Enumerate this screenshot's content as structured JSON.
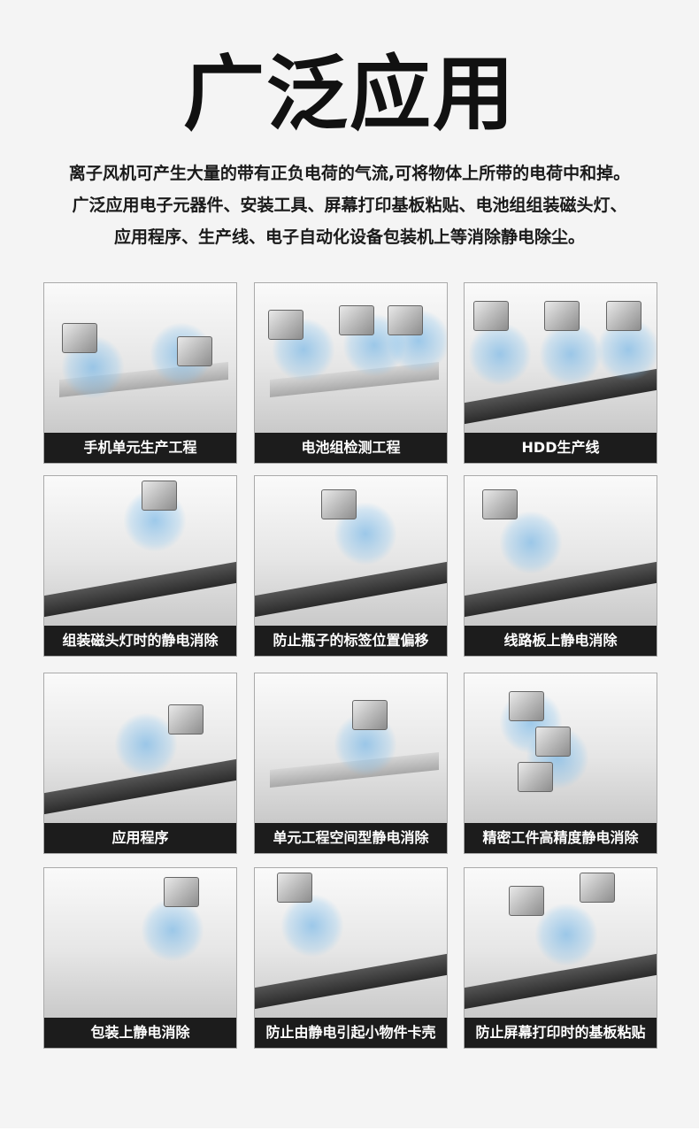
{
  "header": {
    "title": "广泛应用",
    "description": [
      "离子风机可产生大量的带有正负电荷的气流,可将物体上所带的电荷中和掉。",
      "广泛应用电子元器件、安装工具、屏幕打印基板粘贴、电池组组装磁头灯、",
      "应用程序、生产线、电子自动化设备包装机上等消除静电除尘。"
    ]
  },
  "applications": [
    {
      "caption": "手机单元生产工程"
    },
    {
      "caption": "电池组检测工程"
    },
    {
      "caption": "HDD生产线"
    },
    {
      "caption": "组装磁头灯时的静电消除"
    },
    {
      "caption": "防止瓶子的标签位置偏移"
    },
    {
      "caption": "线路板上静电消除"
    },
    {
      "caption": "应用程序"
    },
    {
      "caption": "单元工程空间型静电消除"
    },
    {
      "caption": "精密工件高精度静电消除"
    },
    {
      "caption": "包装上静电消除"
    },
    {
      "caption": "防止由静电引起小物件卡壳"
    },
    {
      "caption": "防止屏幕打印时的基板粘贴"
    }
  ]
}
